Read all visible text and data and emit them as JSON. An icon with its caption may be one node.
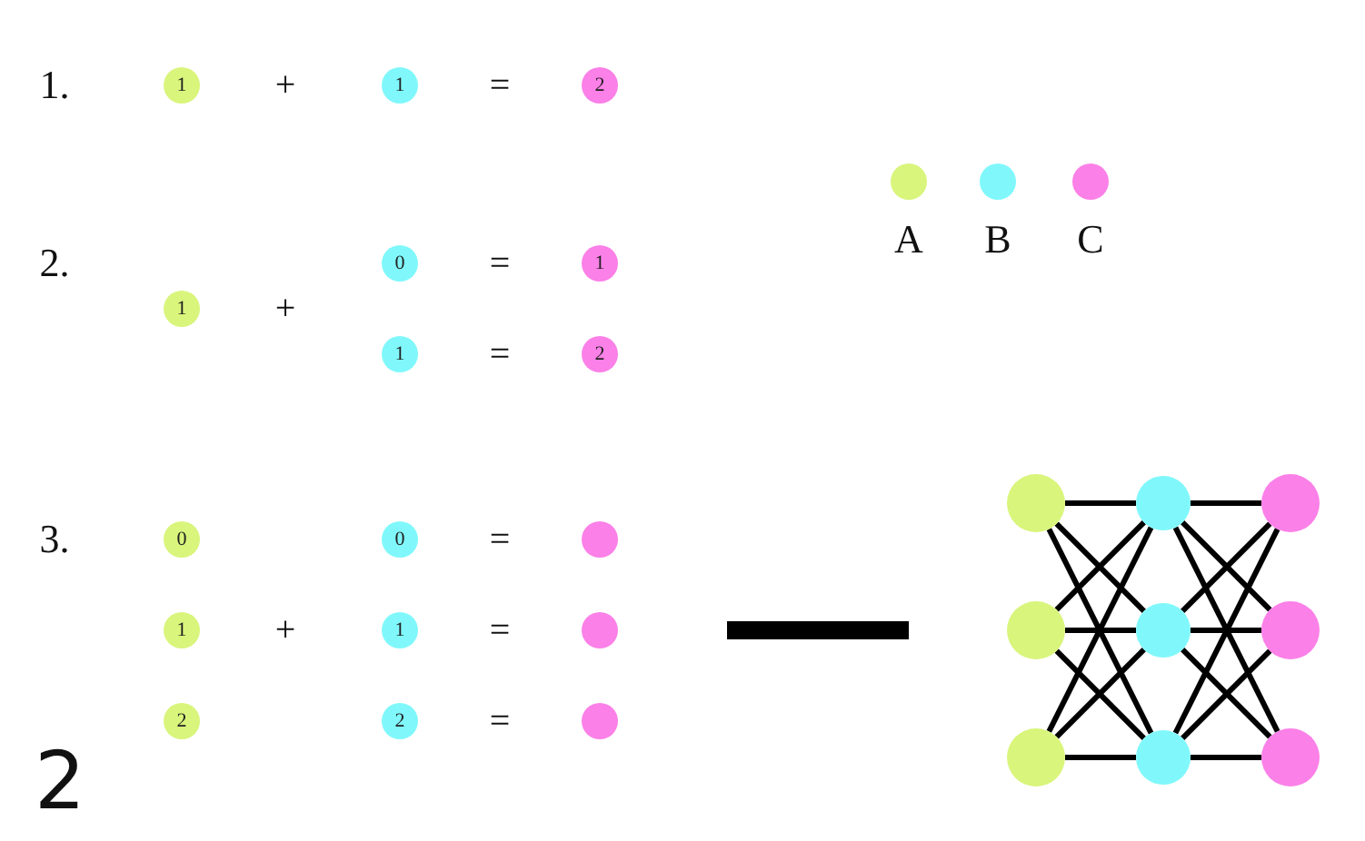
{
  "diagram": {
    "nodes": [
      {
        "text": [
          "1"
        ]
      },
      {
        "text": [
          "1"
        ]
      },
      {
        "text": [
          "2"
        ]
      },
      {
        "text": [
          "0"
        ]
      },
      {
        "text": [
          "1"
        ]
      },
      {
        "text": [
          "1"
        ]
      },
      {
        "text": [
          "1"
        ]
      },
      {
        "text": [
          "2"
        ]
      },
      {
        "text": [
          "0"
        ]
      },
      {
        "text": [
          "0"
        ]
      },
      {
        "text": [],
        "shape": "circle"
      },
      {
        "text": [
          "1"
        ]
      },
      {
        "text": [
          "1"
        ]
      },
      {
        "text": [],
        "shape": "circle"
      },
      {
        "text": [
          "2"
        ]
      },
      {
        "text": [
          "2"
        ]
      },
      {
        "text": [],
        "shape": "circle"
      },
      {
        "text": [],
        "shape": "circle"
      },
      {
        "text": [],
        "shape": "circle"
      },
      {
        "text": [],
        "shape": "circle"
      },
      {
        "text": [],
        "shape": "circle"
      },
      {
        "text": [],
        "shape": "circle"
      },
      {
        "text": [],
        "shape": "circle"
      },
      {
        "text": [],
        "shape": "circle"
      },
      {
        "text": [],
        "shape": "circle"
      },
      {
        "text": [],
        "shape": "circle"
      }
    ],
    "edges": [
      {
        "from": 17,
        "to": 18,
        "arrow": "none"
      },
      {
        "from": 17,
        "to": 21,
        "arrow": "none"
      },
      {
        "from": 17,
        "to": 24,
        "arrow": "none"
      },
      {
        "from": 20,
        "to": 18,
        "arrow": "none"
      },
      {
        "from": 20,
        "to": 21,
        "arrow": "none"
      },
      {
        "from": 20,
        "to": 24,
        "arrow": "none"
      },
      {
        "from": 23,
        "to": 18,
        "arrow": "none"
      },
      {
        "from": 23,
        "to": 21,
        "arrow": "none"
      },
      {
        "from": 23,
        "to": 24,
        "arrow": "none"
      },
      {
        "from": 18,
        "to": 19,
        "arrow": "none"
      },
      {
        "from": 18,
        "to": 22,
        "arrow": "none"
      },
      {
        "from": 18,
        "to": 25,
        "arrow": "none"
      },
      {
        "from": 21,
        "to": 19,
        "arrow": "none"
      },
      {
        "from": 21,
        "to": 22,
        "arrow": "none"
      },
      {
        "from": 21,
        "to": 25,
        "arrow": "none"
      },
      {
        "from": 24,
        "to": 19,
        "arrow": "none"
      },
      {
        "from": 24,
        "to": 22,
        "arrow": "none"
      },
      {
        "from": 24,
        "to": 25,
        "arrow": "none"
      }
    ],
    "labels": [
      "1.",
      "+",
      "=",
      "2.",
      "=",
      "+",
      "=",
      "3.",
      "=",
      "+",
      "=",
      "=",
      "2"
    ],
    "legend": [
      {
        "text": "A",
        "color": "#d9f57c"
      },
      {
        "text": "B",
        "color": "#80f8fb"
      },
      {
        "text": "C",
        "color": "#fb80e8"
      }
    ]
  }
}
